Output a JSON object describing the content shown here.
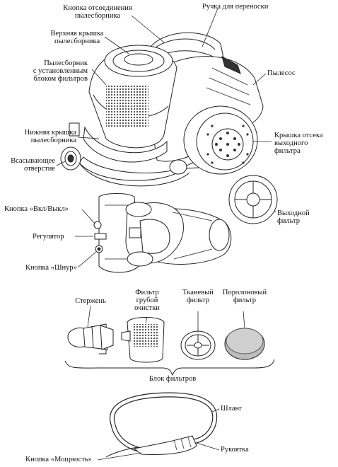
{
  "labels": {
    "dust_release_button": "Кнопка отсоединения\nпылесборника",
    "carry_handle": "Ручка для переноски",
    "upper_dustbin_cover": "Верхняя крышка\nпылесборника",
    "dustbin_with_filter": "Пылесборник\nс установленным\nблоком фильтров",
    "vacuum_cleaner": "Пылесос",
    "lower_dustbin_cover": "Нижняя крышка\nпылесборника",
    "outlet_filter_cover": "Крышка отсека\nвыходного\nфильтра",
    "suction_inlet": "Всасывающее\nотверстие",
    "on_off_button": "Кнопка «Вкл/Выкл»",
    "outlet_filter": "Выходной\nфильтр",
    "regulator": "Регулятор",
    "cord_button": "Кнопка «Шнур»",
    "rod": "Стержень",
    "coarse_filter": "Фильтр\nгрубой\nочистки",
    "cloth_filter": "Тканевый\nфильтр",
    "foam_filter": "Поролоновый\nфильтр",
    "filter_unit": "Блок фильтров",
    "hose": "Шланг",
    "handle": "Рукоятка",
    "power_button": "Кнопка «Мощность»"
  }
}
